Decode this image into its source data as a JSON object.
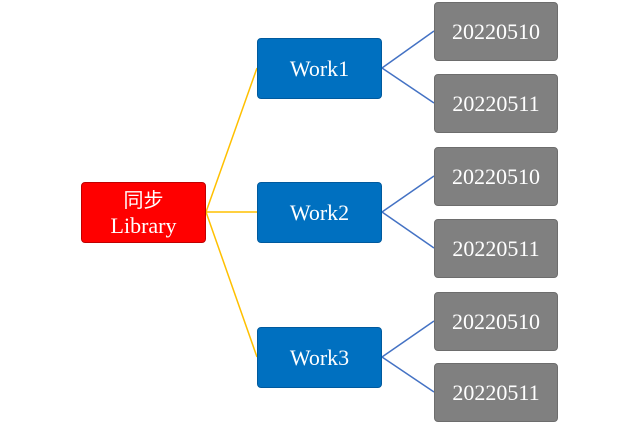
{
  "root": {
    "line1": "同步",
    "line2": "Library",
    "color": "#ff0000"
  },
  "works": [
    {
      "label": "Work1",
      "dates": [
        "20220510",
        "20220511"
      ]
    },
    {
      "label": "Work2",
      "dates": [
        "20220510",
        "20220511"
      ]
    },
    {
      "label": "Work3",
      "dates": [
        "20220510",
        "20220511"
      ]
    }
  ],
  "colors": {
    "work": "#0070c0",
    "date": "#808080",
    "root_connector": "#ffc000",
    "work_connector": "#4472c4"
  }
}
